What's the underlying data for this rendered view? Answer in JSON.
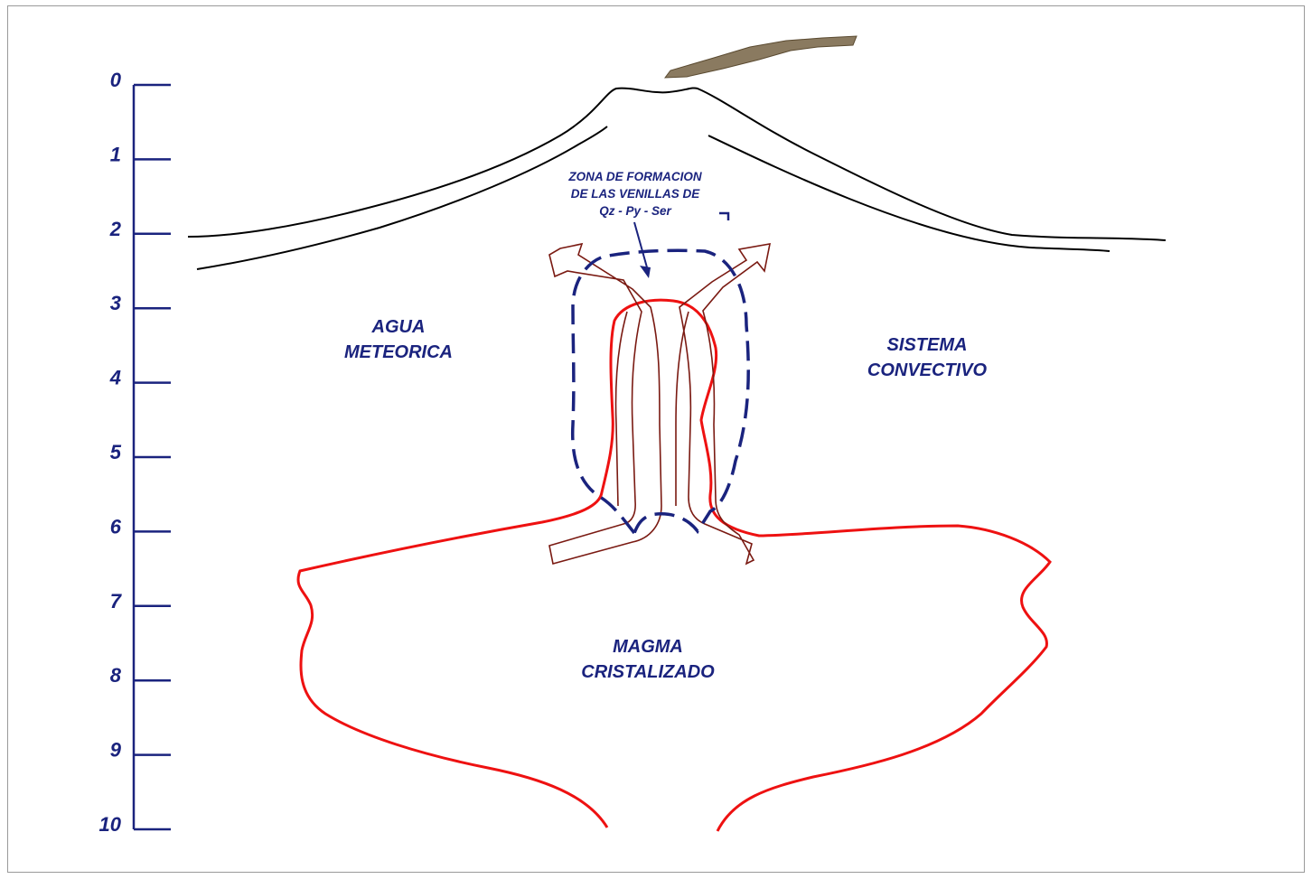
{
  "depth_scale": {
    "ticks": [
      "0",
      "1",
      "2",
      "3",
      "4",
      "5",
      "6",
      "7",
      "8",
      "9",
      "10"
    ]
  },
  "labels": {
    "agua_line1": "AGUA",
    "agua_line2": "METEORICA",
    "sistema_line1": "SISTEMA",
    "sistema_line2": "CONVECTIVO",
    "magma_line1": "MAGMA",
    "magma_line2": "CRISTALIZADO",
    "zone_line1": "ZONA DE FORMACION",
    "zone_line2": "DE LAS VENILLAS DE",
    "zone_line3": "Qz - Py - Ser"
  },
  "colors": {
    "scale": "#1a237e",
    "text": "#1a237e",
    "magma_outline": "#ee1111",
    "flow_arrows": "#7a1a12",
    "dashed_zone": "#1a237e",
    "volcano": "#000000",
    "plume": "#8a7a60"
  }
}
